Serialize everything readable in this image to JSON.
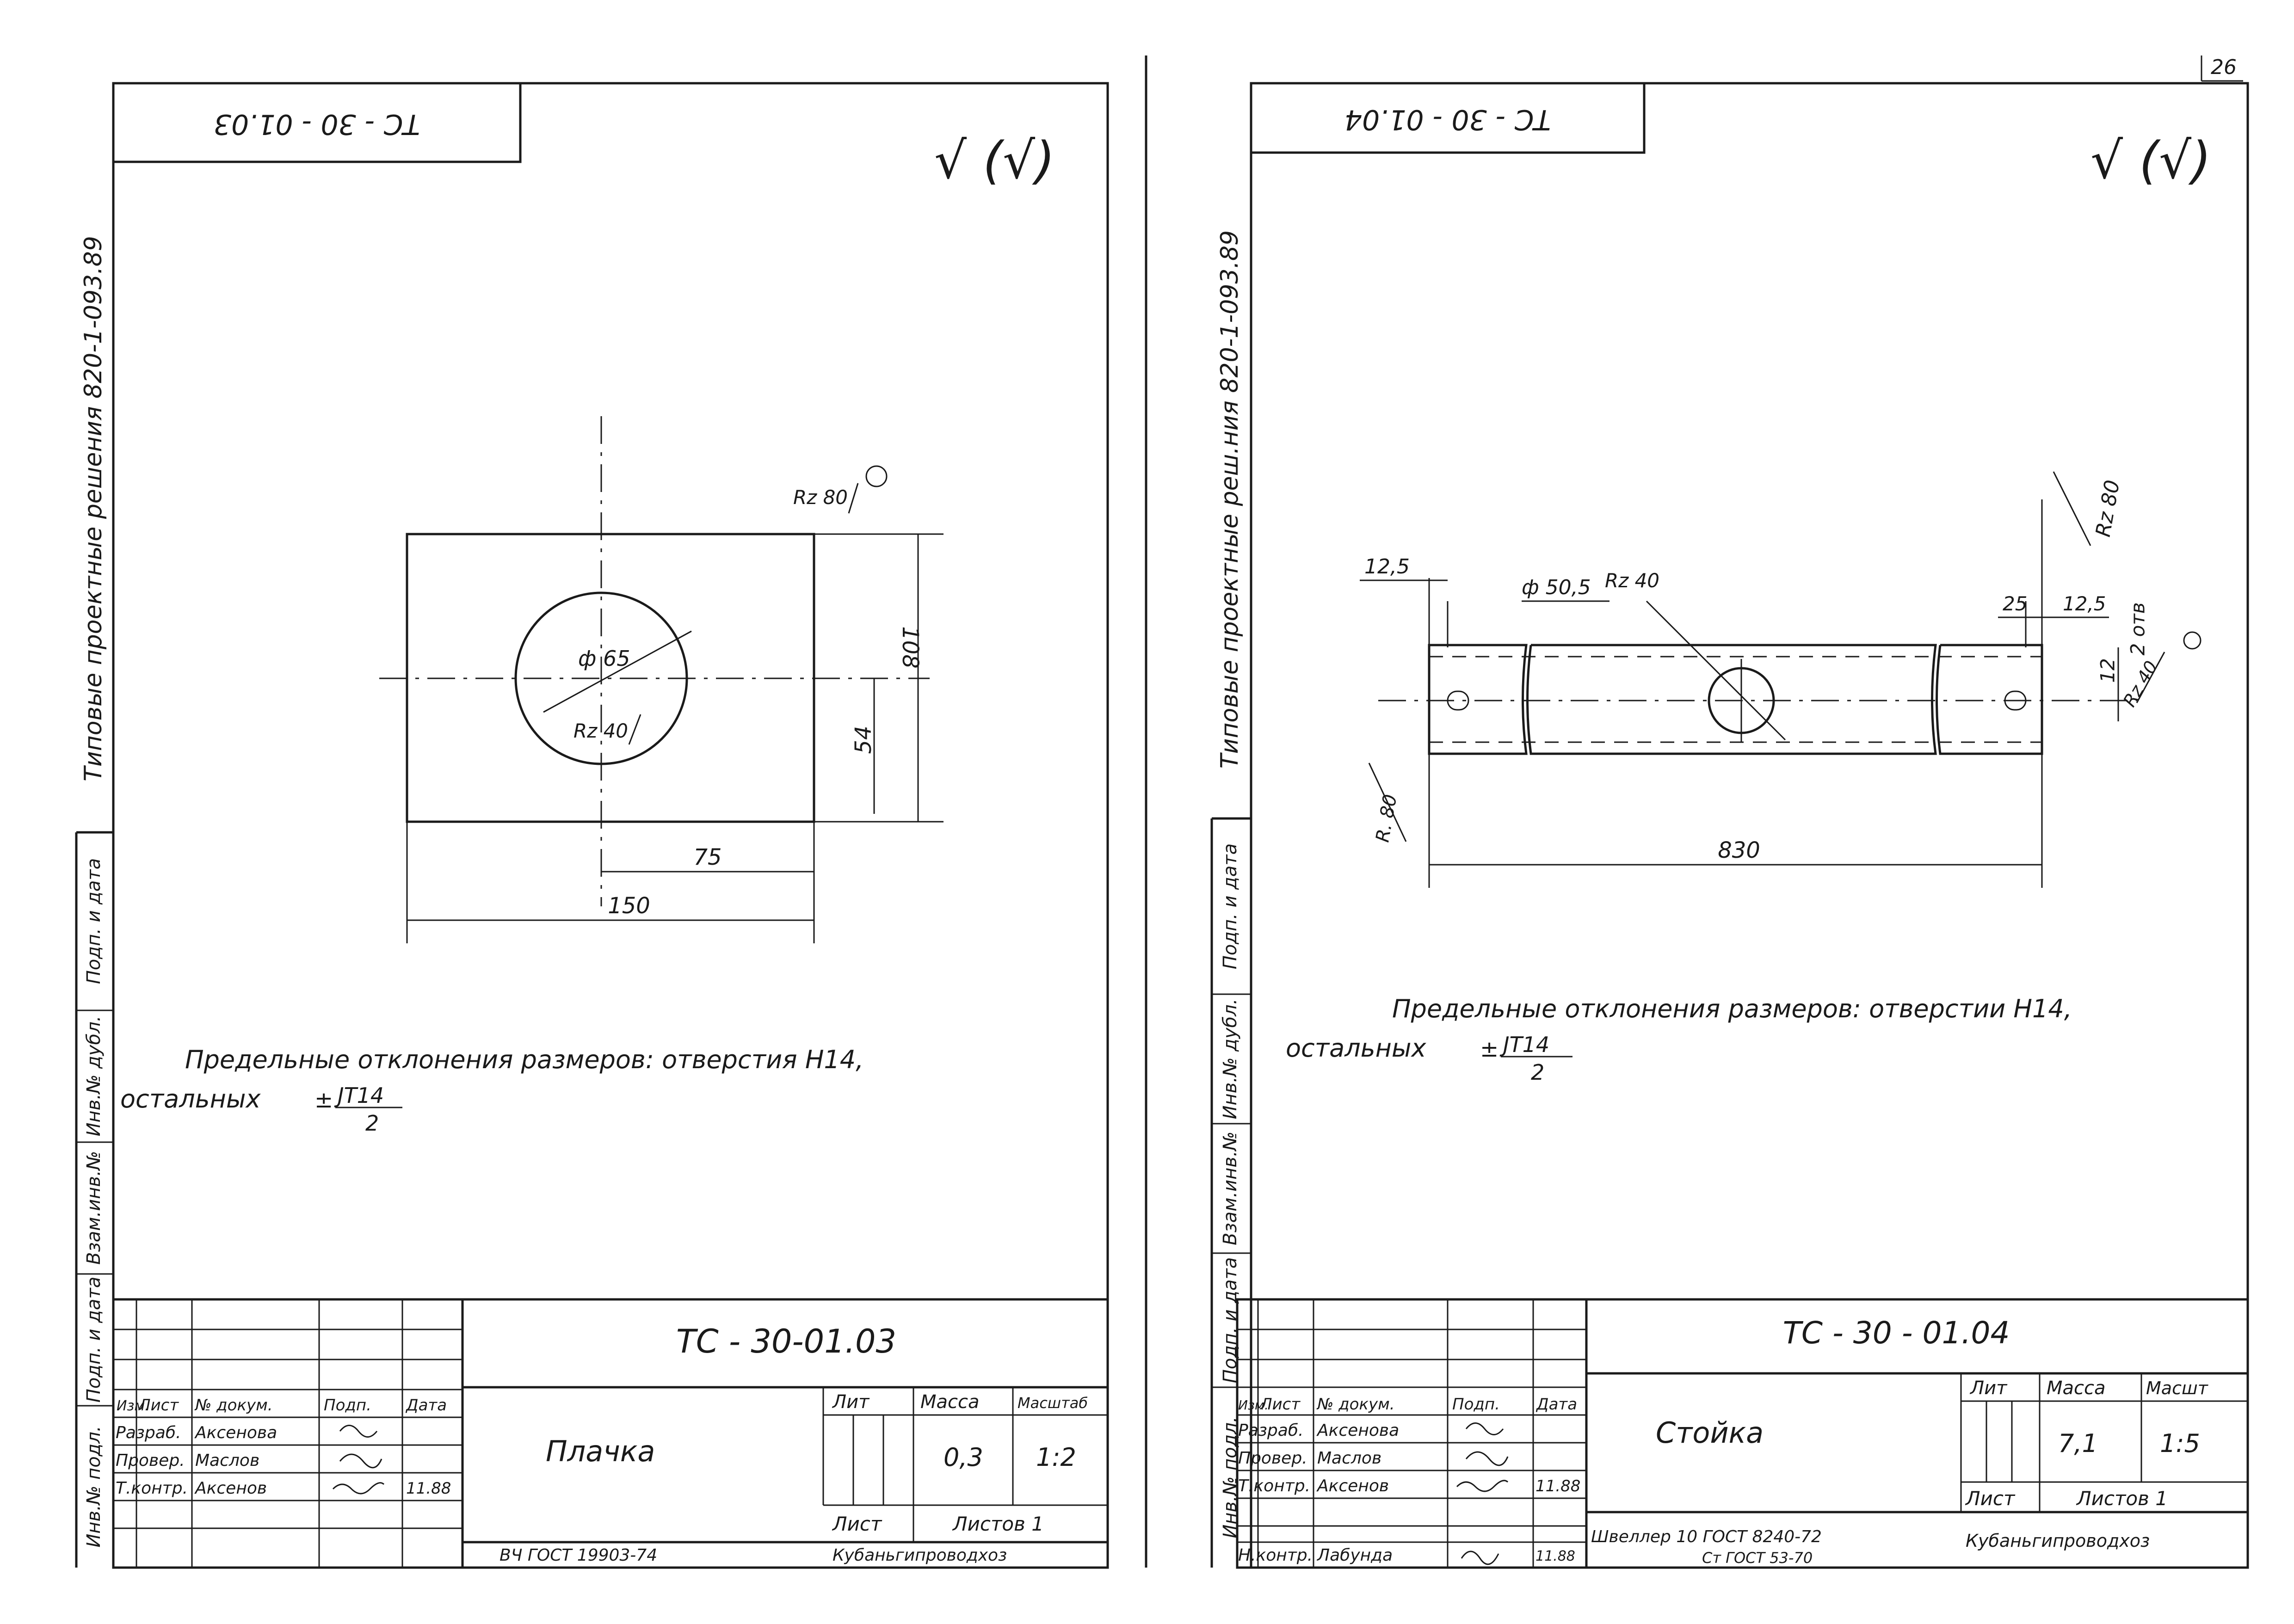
{
  "page_number": "26",
  "left_sheet": {
    "rotated_code": "ТС - 30 - 01.03",
    "surface_mark": "√ (√)",
    "side_series": "Типовые проектные решения 820-1-093.89",
    "side_fields": [
      "Подп. и дата",
      "Инв.№ дубл.",
      "Взам.инв.№",
      "Подп. и дата",
      "Инв.№ подл."
    ],
    "roughness_top": "Rz 80",
    "diameter": "ф 65",
    "roughness_hole": "Rz 40",
    "dim_height": "108",
    "dim_half_height": "54",
    "dim_half_width": "75",
    "dim_width": "150",
    "note_line1": "Предельные отклонения размеров: отверстия Н14,",
    "note_line2_prefix": "остальных",
    "note_fraction_num": "JT14",
    "note_fraction_den": "2",
    "title": {
      "designation": "ТС - 30-01.03",
      "name": "Плачка",
      "header_lit": "Лит",
      "header_mass": "Масса",
      "header_scale": "Масштаб",
      "mass": "0,3",
      "scale": "1:2",
      "sheet": "Лист",
      "sheets": "Листов 1",
      "material": "ВЧ ГОСТ 19903-74",
      "org": "Кубаньгипроводхоз",
      "row_headers": [
        "Изм.",
        "Лист",
        "№ докум.",
        "Подп.",
        "Дата"
      ],
      "rows": [
        {
          "role": "Разраб.",
          "name": "Аксенова",
          "date": ""
        },
        {
          "role": "Провер.",
          "name": "Маслов",
          "date": ""
        },
        {
          "role": "Т.контр.",
          "name": "Аксенов",
          "date": "11.88"
        }
      ]
    }
  },
  "right_sheet": {
    "rotated_code": "ТС - 30 - 01.04",
    "surface_mark": "√ (√)",
    "side_series": "Типовые проектные реш.ния 820-1-093.89",
    "roughness_top": "Rz 80",
    "roughness_left": "R. 80",
    "roughness_hole": "Rz 40",
    "roughness_right": "Rz 40",
    "dim_left_end": "12,5",
    "dim_diameter": "ф 50,5",
    "dim_slot_width": "25",
    "dim_right_end": "12,5",
    "dim_slot": "12",
    "holes_label": "2 отв",
    "dim_length": "830",
    "note_line1": "Предельные отклонения размеров: отверстии Н14,",
    "note_line2_prefix": "остальных",
    "note_fraction_num": "JT14",
    "note_fraction_den": "2",
    "title": {
      "designation": "ТС - 30 - 01.04",
      "name": "Стойка",
      "header_lit": "Лит",
      "header_mass": "Масса",
      "header_scale": "Масшт",
      "mass": "7,1",
      "scale": "1:5",
      "sheet": "Лист",
      "sheets": "Листов 1",
      "material_line1": "Швеллер 10 ГОСТ 8240-72",
      "material_line2": "Ст ГОСТ 53-70",
      "org": "Кубаньгипроводхоз",
      "row_headers": [
        "Изм.",
        "Лист",
        "№ докум.",
        "Подп.",
        "Дата"
      ],
      "rows": [
        {
          "role": "Разраб.",
          "name": "Аксенова",
          "date": ""
        },
        {
          "role": "Провер.",
          "name": "Маслов",
          "date": ""
        },
        {
          "role": "Т.контр.",
          "name": "Аксенов",
          "date": "11.88"
        },
        {
          "role": "Н.контр.",
          "name": "Лабунда",
          "date": "11.88"
        }
      ]
    }
  }
}
